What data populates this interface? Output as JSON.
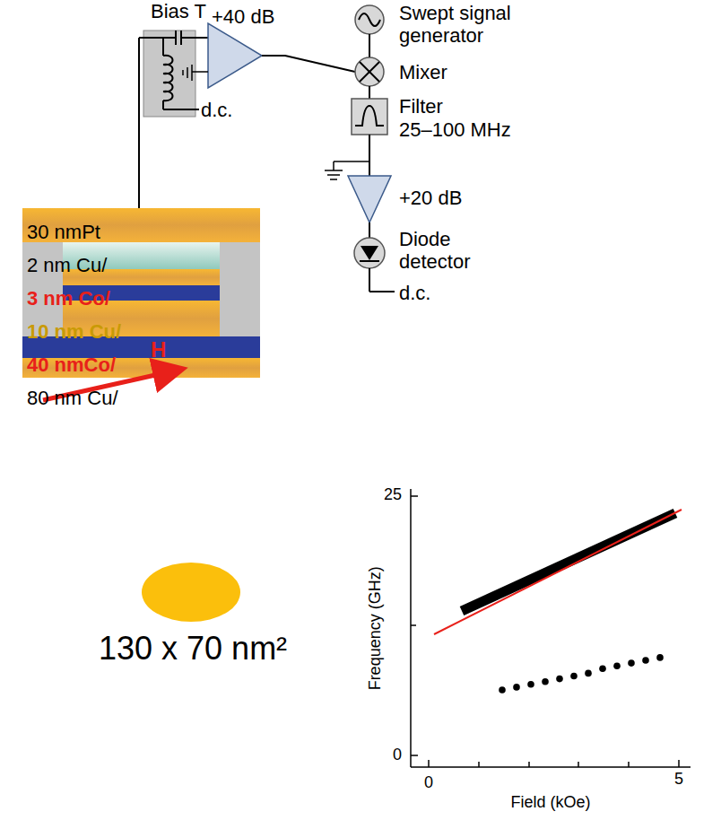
{
  "diagram": {
    "nodes": [
      {
        "text": [
          "Bias T"
        ]
      }
    ],
    "labels": [
      "+40 dB",
      "Swept signal generator",
      "Mixer",
      "Filter",
      "25–100 MHz",
      "+20 dB",
      "Diode detector",
      "d.c.",
      "d.c.",
      "30 nmPt",
      "2 nm Cu/",
      "3 nm Co/",
      "10 nm Cu/",
      "40 nmCo/",
      "80 nm Cu/",
      "H",
      "130 x 70 nm²",
      "25",
      "0",
      "0",
      "5",
      "Frequency (GHz)",
      "Field (kOe)"
    ]
  }
}
